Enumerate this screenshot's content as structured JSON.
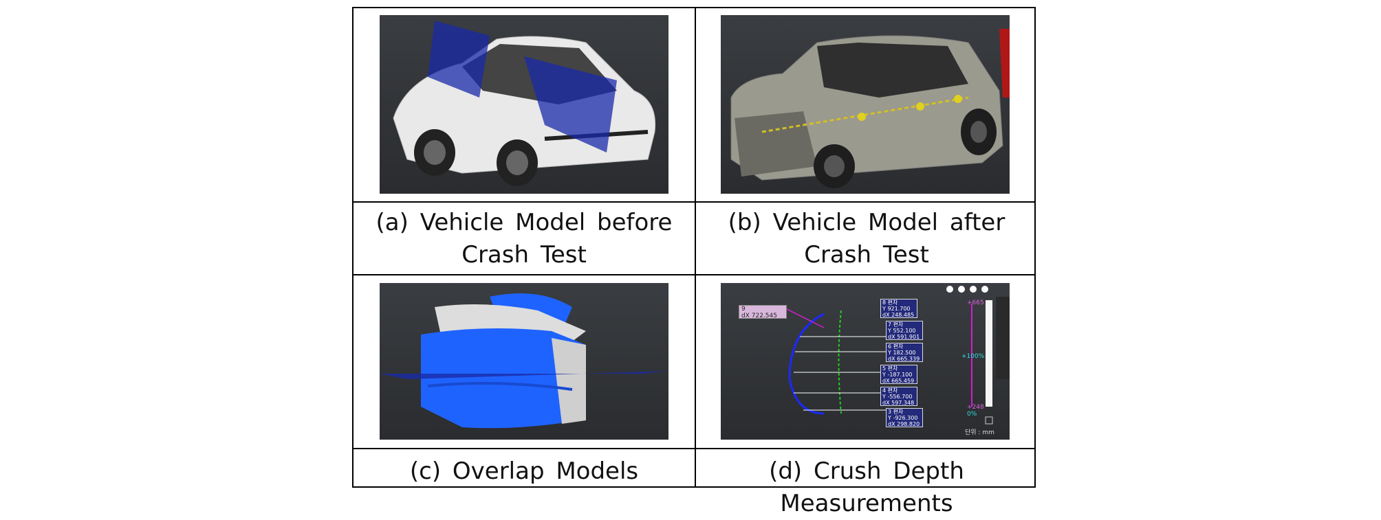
{
  "captions": {
    "a_line1": "(a) Vehicle Model before",
    "a_line2": "Crash Test",
    "b_line1": "(b) Vehicle Model after",
    "b_line2": "Crash Test",
    "c": "(c) Overlap Models",
    "d": "(d) Crush Depth Measurements"
  },
  "measurements": {
    "header_box": {
      "id": "9",
      "label": "dX",
      "value": "722.545"
    },
    "boxes": [
      {
        "id": "8",
        "y": "921.700",
        "dx": "248.485"
      },
      {
        "id": "7",
        "y": "552.100",
        "dx": "591.901"
      },
      {
        "id": "6",
        "y": "182.500",
        "dx": "665.339"
      },
      {
        "id": "5",
        "y": "-187.100",
        "dx": "665.459"
      },
      {
        "id": "4",
        "y": "-556.700",
        "dx": "597.348"
      },
      {
        "id": "3",
        "y": "-926.300",
        "dx": "298.820"
      }
    ],
    "scale_top": "+665",
    "scale_mid": "+100%",
    "scale_bottom": "+248",
    "scale_zero": "0%",
    "unit_label": "단위 : mm",
    "row_label_y": "Y",
    "row_label_dx": "dX",
    "box_title": "편차"
  },
  "colors": {
    "panel_bg": "#34373b",
    "blue_plane": "#1a2aa8",
    "overlap_blue": "#1f63ff",
    "measure_magenta": "#d020d0",
    "measure_green": "#20d020"
  }
}
